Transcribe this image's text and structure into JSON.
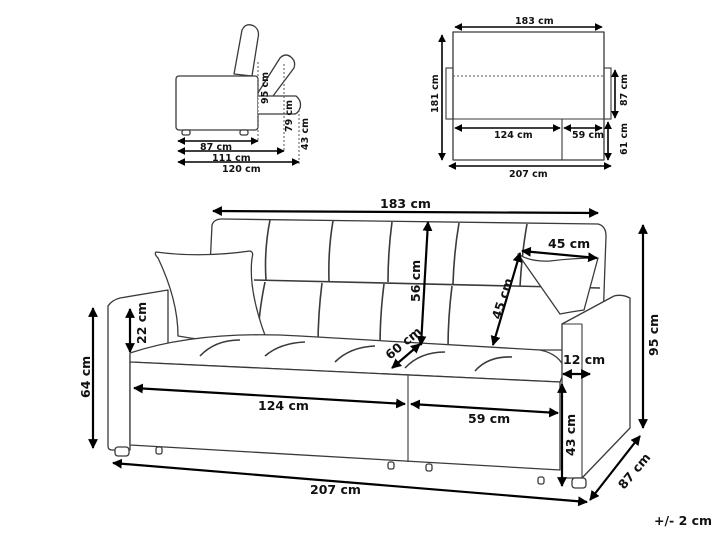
{
  "diagram": {
    "subject": "Sofa bed dimension drawing",
    "tolerance": "+/- 2 cm",
    "side_view": {
      "labels": {
        "depth_seated": "87 cm",
        "depth_half_reclined": "111 cm",
        "depth_bed": "120 cm",
        "height_back": "95 cm",
        "height_recline": "79 cm",
        "height_seat": "43 cm"
      }
    },
    "top_view": {
      "labels": {
        "width_back": "183 cm",
        "depth_bed": "181 cm",
        "depth_sofa": "87 cm",
        "bed_left": "124 cm",
        "bed_right": "59 cm",
        "extension": "61 cm",
        "width_total": "207 cm"
      }
    },
    "main_view": {
      "labels": {
        "back_width": "183 cm",
        "back_height": "56 cm",
        "pillow_width": "45 cm",
        "pillow_height": "45 cm",
        "seat_depth": "60 cm",
        "armrest_width": "12 cm",
        "armrest_height": "22 cm",
        "height_total": "95 cm",
        "arm_height": "64 cm",
        "seat_left": "124 cm",
        "seat_right": "59 cm",
        "seat_height": "43 cm",
        "width_total": "207  cm",
        "depth_total": "87 cm"
      }
    }
  }
}
